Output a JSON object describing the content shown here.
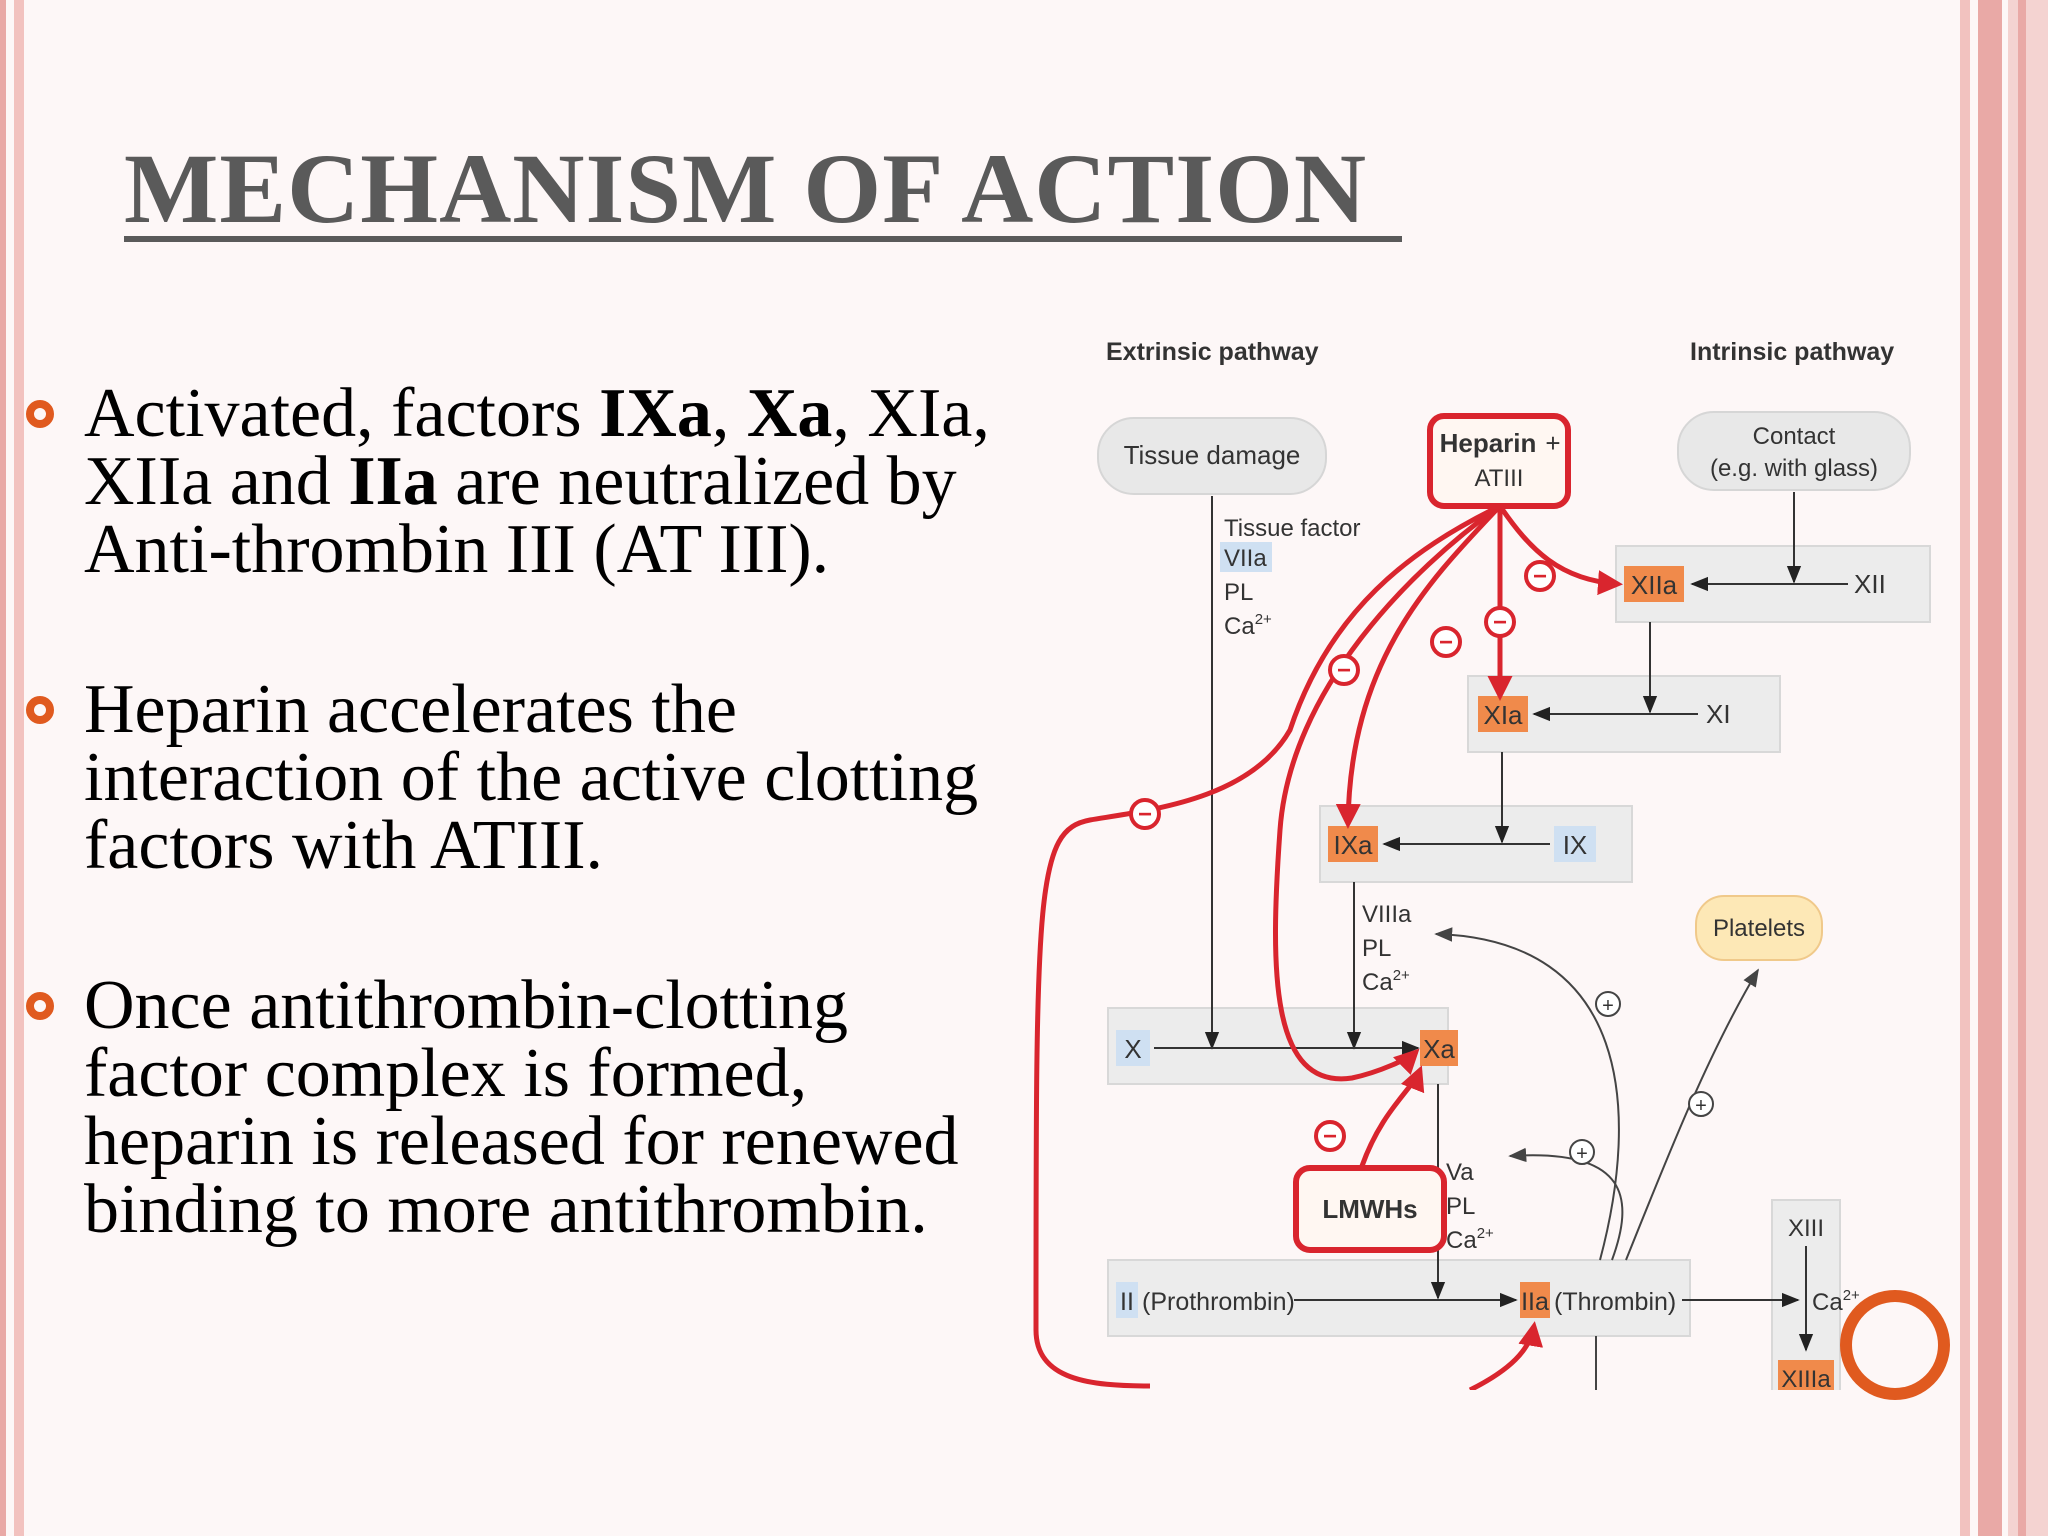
{
  "title": "MECHANISM OF  ACTION",
  "bullets": [
    {
      "p1": "Activated, factors ",
      "b1": "IXa",
      "p2": ", ",
      "b2": "Xa",
      "p3": ", XIa, XIIa and ",
      "b3": "IIa",
      "p4": " are neutralized by Anti-thrombin III (AT III)."
    },
    {
      "text": "Heparin accelerates the interaction  of the active clotting factors with ATIII."
    },
    {
      "text": "Once antithrombin-clotting factor complex is formed, heparin is released for renewed binding to more antithrombin."
    }
  ],
  "diagram": {
    "extrinsic_label": "Extrinsic pathway",
    "intrinsic_label": "Intrinsic pathway",
    "tissue_damage": "Tissue damage",
    "heparin_l1": "Heparin",
    "heparin_plus": "+",
    "heparin_l2": "ATIII",
    "contact_l1": "Contact",
    "contact_l2": "(e.g. with glass)",
    "tissue_factor": "Tissue factor",
    "viia": "VIIa",
    "pl": "PL",
    "ca": "Ca",
    "ca_sup": "2+",
    "xiia": "XIIa",
    "xii": "XII",
    "xia": "XIa",
    "xi": "XI",
    "ixa": "IXa",
    "ix": "IX",
    "viiia": "VIIIa",
    "platelets": "Platelets",
    "x": "X",
    "xa": "Xa",
    "va": "Va",
    "lmwhs": "LMWHs",
    "ii": "II",
    "prothrombin": "(Prothrombin)",
    "iia": "IIa",
    "thrombin": "(Thrombin)",
    "xiii": "XIII",
    "xiiia": "XIIIa",
    "minus": "−",
    "plus": "+"
  },
  "colors": {
    "accent": "#e05a1f",
    "title": "#5a5a5a",
    "heparin_red": "#d9252e",
    "factor_orange": "#f08a4b",
    "factor_blue": "#cfe0f2",
    "box_grey": "#ececec",
    "platelets_yellow": "#fde8b6"
  }
}
